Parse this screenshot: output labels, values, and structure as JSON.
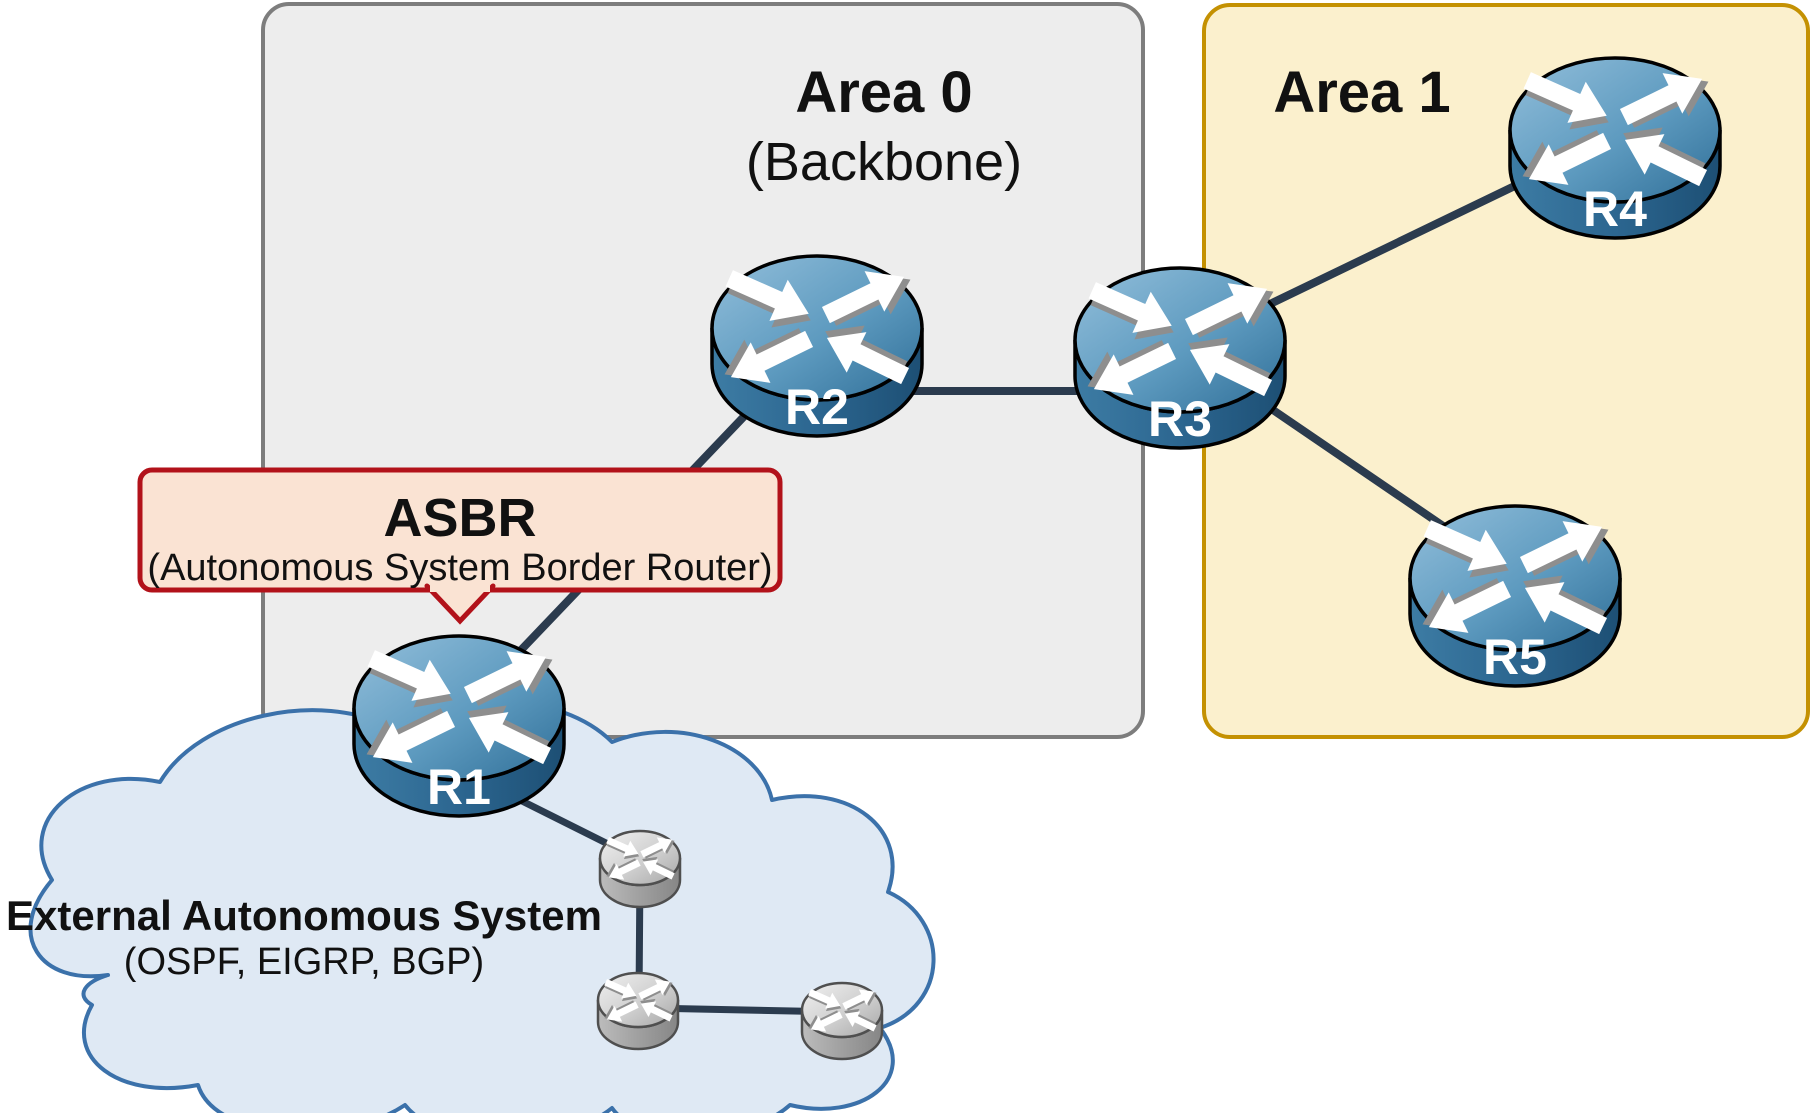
{
  "area0": {
    "title": "Area 0",
    "subtitle": "(Backbone)"
  },
  "area1": {
    "title": "Area 1"
  },
  "callout": {
    "title": "ASBR",
    "subtitle": "(Autonomous System Border Router)"
  },
  "cloud": {
    "title": "External Autonomous System",
    "subtitle": "(OSPF, EIGRP, BGP)"
  },
  "routers": {
    "r1": "R1",
    "r2": "R2",
    "r3": "R3",
    "r4": "R4",
    "r5": "R5"
  },
  "colors": {
    "area0_fill": "#EDEDED",
    "area0_border": "#7D7D7D",
    "area1_fill": "#FBF0CD",
    "area1_border": "#C49102",
    "callout_fill": "#FAE3D3",
    "callout_border": "#B2121A",
    "cloud_fill": "#DFE9F4",
    "cloud_border": "#3B71AA",
    "link": "#2B3B4E",
    "router_blue": "#3F7FA6",
    "router_gray": "#ABABAB",
    "router_label": "#FFFFFF",
    "text": "#111111"
  }
}
